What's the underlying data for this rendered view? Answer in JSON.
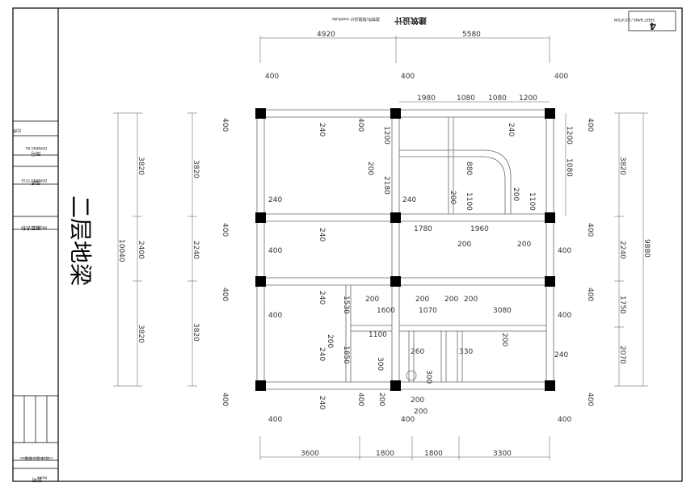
{
  "drawing": {
    "title": "二层地梁",
    "sheet_number": "4",
    "sheet_no_small": "SHEET NAME / LOCATION",
    "institute_header": "建筑设计",
    "institute_sub": "建筑所/院建设计 institute"
  },
  "title_block": {
    "project_label_cn": "项目名称",
    "project_label_en": "PROJECT",
    "drawing_title_cn": "图名",
    "drawing_title_en": "DRAWING TITLE",
    "drawing_no_cn": "图号",
    "drawing_no_en": "DRAWING No.",
    "scale_cn": "比例",
    "scale_en": "SCALE",
    "notes_cn": "说明",
    "notes_en": "Notes",
    "design_cn": "校 审 设计 制 图",
    "design_en": "CHECK DESIGN DRAWN"
  },
  "dims": {
    "top_overall": [
      "4920",
      "5580"
    ],
    "top_column_400": [
      "400",
      "400",
      "400"
    ],
    "top_beam_segments": [
      "1980",
      "1080",
      "1080",
      "1200"
    ],
    "bottom_segments": [
      "3600",
      "1800",
      "1800",
      "3300"
    ],
    "left_outer_total": "10040",
    "left_outer": [
      "3820",
      "2400",
      "3820"
    ],
    "left_inner": [
      "3820",
      "2240",
      "3820"
    ],
    "right_outer_total": "9880",
    "right_inner": [
      "3820",
      "2240",
      "1750",
      "2070"
    ],
    "right_top_segments": [
      "1200",
      "1080"
    ],
    "col_400_labels": [
      "400",
      "400",
      "400",
      "400",
      "400",
      "400",
      "400",
      "400",
      "400",
      "400",
      "400",
      "400"
    ],
    "beam_240": [
      "240",
      "240",
      "240",
      "240",
      "240",
      "240",
      "240",
      "240",
      "240"
    ],
    "inner": {
      "v1200": "1200",
      "v200a": "200",
      "v2180": "2180",
      "v880": "880",
      "v200b": "200",
      "v1100a": "1100",
      "v200c": "200",
      "v1100b": "1100",
      "h1780": "1780",
      "h1960": "1960",
      "h200a": "200",
      "h200b": "200",
      "v1530": "1530",
      "h200c": "200",
      "h1600": "1600",
      "h200d": "200",
      "h1070": "1070",
      "h200e": "200",
      "h200f": "200",
      "h3080": "3080",
      "h1100": "1100",
      "v200d": "200",
      "v1850": "1850",
      "v300a": "300",
      "h260": "260",
      "h330": "330",
      "v300b": "300",
      "v200e": "200",
      "h200g": "200",
      "h200h": "200",
      "v200f": "200"
    }
  },
  "colors": {
    "line": "#000000",
    "beam": "#666666",
    "dim": "#555555"
  }
}
